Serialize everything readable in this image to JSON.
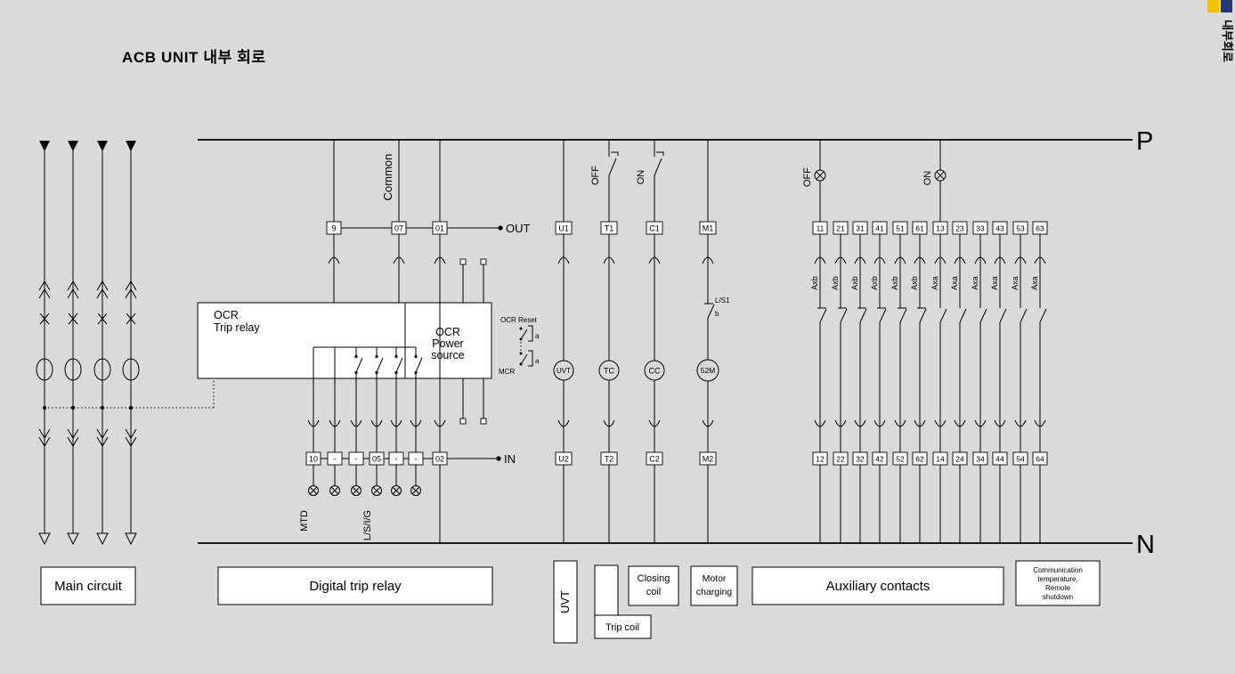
{
  "page": {
    "title": "ACB UNIT 내부 회로"
  },
  "side_tab": {
    "label": "내부회로",
    "bar1_color": "#f2c200",
    "bar2_color": "#243a78"
  },
  "bus": {
    "p": "P",
    "n": "N"
  },
  "labels": {
    "common": "Common",
    "out": "OUT",
    "in": "IN",
    "mtd": "MTD",
    "lsig": "L/S/I/G",
    "ocr_reset": "OCR Reset",
    "mcr": "MCR",
    "contact_a": "a",
    "contact_b": "b",
    "ls1": "L/S1",
    "off_switch": "OFF",
    "on_switch": "ON",
    "off_lamp": "OFF",
    "on_lamp": "ON",
    "axb": "Axb",
    "axa": "Axa"
  },
  "devices": {
    "uvt": "UVT",
    "tc": "TC",
    "cc": "CC",
    "m52": "52M"
  },
  "ocr_box": {
    "title1": "OCR",
    "title2": "Trip relay",
    "power1": "OCR",
    "power2": "Power",
    "power3": "source"
  },
  "terminals": {
    "ocr_top": [
      "9",
      "07",
      "01"
    ],
    "ocr_bottom": [
      "10",
      "-",
      "-",
      "05",
      "-",
      "-",
      "02"
    ],
    "mid_top": [
      "U1",
      "T1",
      "C1",
      "M1"
    ],
    "mid_bottom": [
      "U2",
      "T2",
      "C2",
      "M2"
    ],
    "aux_top": [
      "11",
      "21",
      "31",
      "41",
      "51",
      "61",
      "13",
      "23",
      "33",
      "43",
      "53",
      "63"
    ],
    "aux_bottom": [
      "12",
      "22",
      "32",
      "42",
      "52",
      "62",
      "14",
      "24",
      "34",
      "44",
      "54",
      "64"
    ]
  },
  "sections": {
    "main_circuit": "Main circuit",
    "digital_trip_relay": "Digital trip relay",
    "uvt": "UVT",
    "trip_coil": "Trip coil",
    "closing_coil_1": "Closing",
    "closing_coil_2": "coil",
    "motor_charging_1": "Motor",
    "motor_charging_2": "charging",
    "aux_contacts": "Auxiliary contacts",
    "comm_1": "Communication",
    "comm_2": "temperature,",
    "comm_3": "Remote",
    "comm_4": "shutdown"
  }
}
